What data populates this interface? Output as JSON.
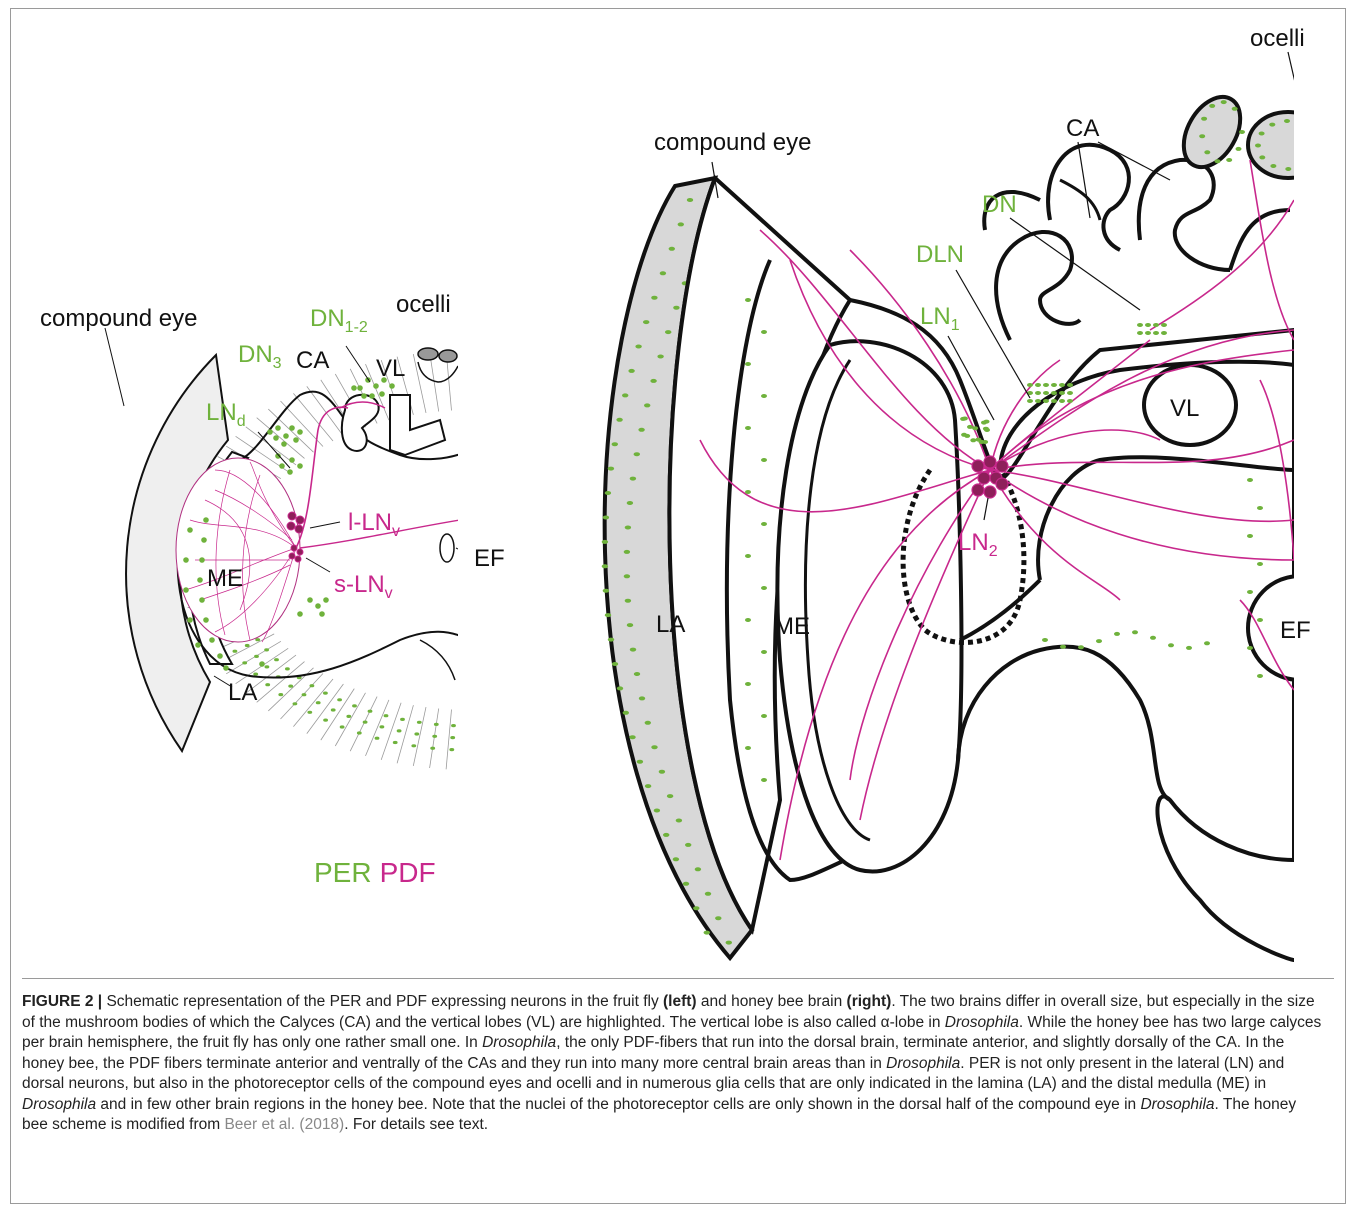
{
  "colors": {
    "per_green": "#6fb23c",
    "pdf_magenta": "#c8288c",
    "outline": "#111111",
    "eye_fill": "#d8d8d8",
    "link": "#888888"
  },
  "left_panel": {
    "compound_eye": "compound eye",
    "ocelli": "ocelli",
    "DN12": {
      "base": "DN",
      "sub": "1-2"
    },
    "DN3": {
      "base": "DN",
      "sub": "3"
    },
    "CA": "CA",
    "VL": "VL",
    "LNd": {
      "base": "LN",
      "sub": "d"
    },
    "lLNv": {
      "base": "l-LN",
      "sub": "v"
    },
    "sLNv": {
      "base": "s-LN",
      "sub": "v"
    },
    "ME": "ME",
    "EF": "EF",
    "LA": "LA"
  },
  "legend": {
    "per": "PER",
    "pdf": "PDF"
  },
  "right_panel": {
    "ocelli": "ocelli",
    "CA": "CA",
    "compound_eye": "compound eye",
    "DN": "DN",
    "DLN": "DLN",
    "LN1": {
      "base": "LN",
      "sub": "1"
    },
    "LN2": {
      "base": "LN",
      "sub": "2"
    },
    "VL": "VL",
    "LA": "LA",
    "ME": "ME",
    "EF": "EF"
  },
  "caption": {
    "label": "FIGURE 2 |",
    "t1": " Schematic representation of the PER and PDF expressing neurons in the fruit fly ",
    "b_left": "(left)",
    "t2": " and honey bee brain ",
    "b_right": "(right)",
    "t3": ". The two brains differ in overall size, but especially in the size of the mushroom bodies of which the Calyces (CA) and the vertical lobes (VL) are highlighted. The vertical lobe is also called α-lobe in ",
    "i1": "Drosophila",
    "t4": ". While the honey bee has two large calyces per brain hemisphere, the fruit fly has only one rather small one. In ",
    "i2": "Drosophila",
    "t5": ", the only PDF-fibers that run into the dorsal brain, terminate anterior, and slightly dorsally of the CA. In the honey bee, the PDF fibers terminate anterior and ventrally of the CAs and they run into many more central brain areas than in ",
    "i3": "Drosophila",
    "t6": ". PER is not only present in the lateral (LN) and dorsal neurons, but also in the photoreceptor cells of the compound eyes and ocelli and in numerous glia cells that are only indicated in the lamina (LA) and the distal medulla (ME) in ",
    "i4": "Drosophila",
    "t7": " and in few other brain regions in the honey bee. Note that the nuclei of the photoreceptor cells are only shown in the dorsal half of the compound eye in ",
    "i5": "Drosophila",
    "t8": ". The honey bee scheme is modified from ",
    "ref": "Beer et al. (2018)",
    "t9": ". For details see text."
  }
}
